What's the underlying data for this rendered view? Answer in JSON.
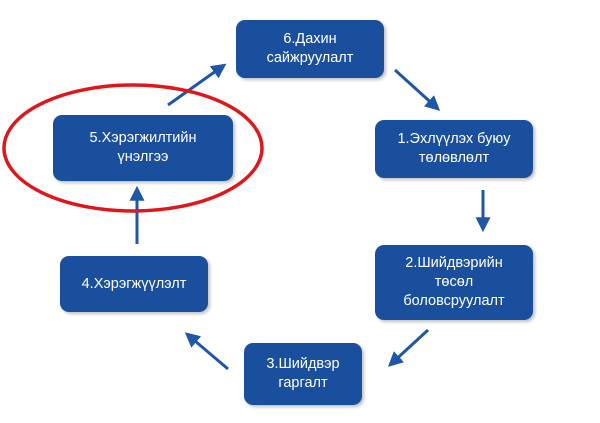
{
  "diagram": {
    "steps": [
      {
        "id": "step-1",
        "label": "1.Эхлүүлэх буюу\nтөлөвлөлт"
      },
      {
        "id": "step-2",
        "label": "2.Шийдвэрийн\nтөсөл\nболовсруулалт"
      },
      {
        "id": "step-3",
        "label": "3.Шийдвэр\nгаргалт"
      },
      {
        "id": "step-4",
        "label": "4.Хэрэгжүүлэлт"
      },
      {
        "id": "step-5",
        "label": "5.Хэрэгжилтийн\nүнэлгээ"
      },
      {
        "id": "step-6",
        "label": "6.Дахин\nсайжруулалт"
      }
    ],
    "colors": {
      "box": "#1a4f9e",
      "box_text": "#ffffff",
      "arrow": "#1f57a8",
      "highlight": "#e0161b"
    },
    "highlighted_step": "step-5"
  }
}
